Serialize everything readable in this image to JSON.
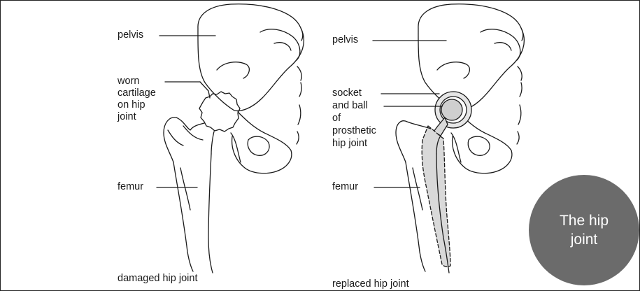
{
  "left_diagram": {
    "labels": {
      "pelvis": "pelvis",
      "cartilage": [
        "worn",
        "cartilage",
        "on hip",
        "joint"
      ],
      "femur": "femur"
    },
    "caption": "damaged hip joint"
  },
  "right_diagram": {
    "labels": {
      "pelvis": "pelvis",
      "prosthesis": [
        "socket",
        "and ball",
        "of",
        "prosthetic",
        "hip joint"
      ],
      "femur": "femur"
    },
    "caption": "replaced hip joint"
  },
  "badge": {
    "title": "The hip joint",
    "color": "#6b6b6b"
  },
  "colors": {
    "line": "#1a1a1a",
    "implant_fill": "#d9d9d9"
  }
}
